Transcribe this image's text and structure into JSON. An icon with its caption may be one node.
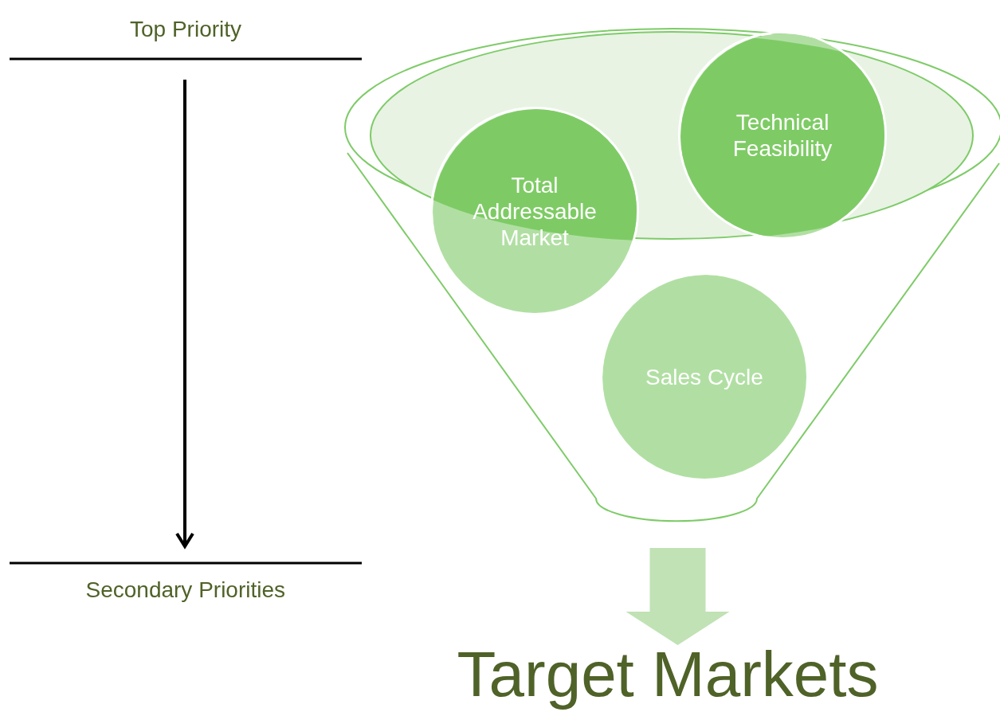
{
  "diagram": {
    "nodes": [
      {
        "text": [],
        "shape": "funnel"
      },
      {
        "text": [
          "Total Addressable Market"
        ],
        "in": 0
      },
      {
        "text": [
          "Technical Feasibility"
        ],
        "in": 0
      },
      {
        "text": [
          "Sales Cycle"
        ],
        "in": 0
      },
      {
        "text": [
          "Target Markets"
        ]
      }
    ],
    "edges": [
      {
        "from": 0,
        "to": 4,
        "arrow": "to",
        "style": "thick"
      }
    ],
    "labels": [
      "Top Priority",
      "Secondary Priorities"
    ]
  }
}
